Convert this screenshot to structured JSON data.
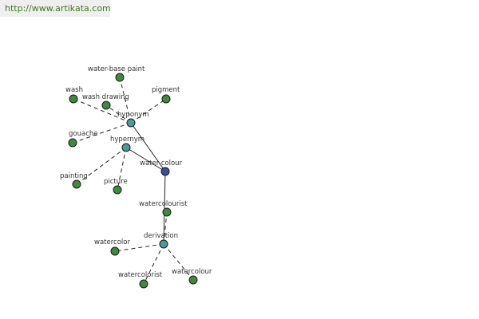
{
  "header": {
    "url_text": "http://www.artikata.com"
  },
  "colors": {
    "banner_background": "#efefef",
    "url_text": "#3f7a1f",
    "root_node": "#3b4f9a",
    "relation_node": "#4a9a9e",
    "term_node": "#3f8a3f",
    "edge": "#222222"
  },
  "graph": {
    "nodes": [
      {
        "id": "water-colour",
        "label": "water-colour",
        "kind": "root"
      },
      {
        "id": "hyponym",
        "label": "hyponym",
        "kind": "relation"
      },
      {
        "id": "hypernym",
        "label": "hypernym",
        "kind": "relation"
      },
      {
        "id": "derivation",
        "label": "derivation",
        "kind": "relation"
      },
      {
        "id": "water-base-paint",
        "label": "water-base paint",
        "kind": "term"
      },
      {
        "id": "wash",
        "label": "wash",
        "kind": "term"
      },
      {
        "id": "wash-drawing",
        "label": "wash drawing",
        "kind": "term"
      },
      {
        "id": "pigment",
        "label": "pigment",
        "kind": "term"
      },
      {
        "id": "gouache",
        "label": "gouache",
        "kind": "term"
      },
      {
        "id": "painting",
        "label": "painting",
        "kind": "term"
      },
      {
        "id": "picture",
        "label": "picture",
        "kind": "term"
      },
      {
        "id": "watercolourist",
        "label": "watercolourist",
        "kind": "term"
      },
      {
        "id": "watercolor",
        "label": "watercolor",
        "kind": "term"
      },
      {
        "id": "watercolorist",
        "label": "watercolorist",
        "kind": "term"
      },
      {
        "id": "watercolour",
        "label": "watercolour",
        "kind": "term"
      }
    ],
    "edges": [
      {
        "from": "water-colour",
        "to": "hyponym",
        "style": "solid"
      },
      {
        "from": "water-colour",
        "to": "hypernym",
        "style": "solid"
      },
      {
        "from": "water-colour",
        "to": "derivation",
        "style": "solid"
      },
      {
        "from": "hyponym",
        "to": "water-base-paint",
        "style": "dashed"
      },
      {
        "from": "hyponym",
        "to": "wash",
        "style": "dashed"
      },
      {
        "from": "hyponym",
        "to": "wash-drawing",
        "style": "dashed"
      },
      {
        "from": "hyponym",
        "to": "pigment",
        "style": "dashed"
      },
      {
        "from": "hyponym",
        "to": "gouache",
        "style": "dashed"
      },
      {
        "from": "hypernym",
        "to": "painting",
        "style": "dashed"
      },
      {
        "from": "hypernym",
        "to": "picture",
        "style": "dashed"
      },
      {
        "from": "derivation",
        "to": "watercolourist",
        "style": "dashed"
      },
      {
        "from": "derivation",
        "to": "watercolor",
        "style": "dashed"
      },
      {
        "from": "derivation",
        "to": "watercolorist",
        "style": "dashed"
      },
      {
        "from": "derivation",
        "to": "watercolour",
        "style": "dashed"
      }
    ]
  }
}
